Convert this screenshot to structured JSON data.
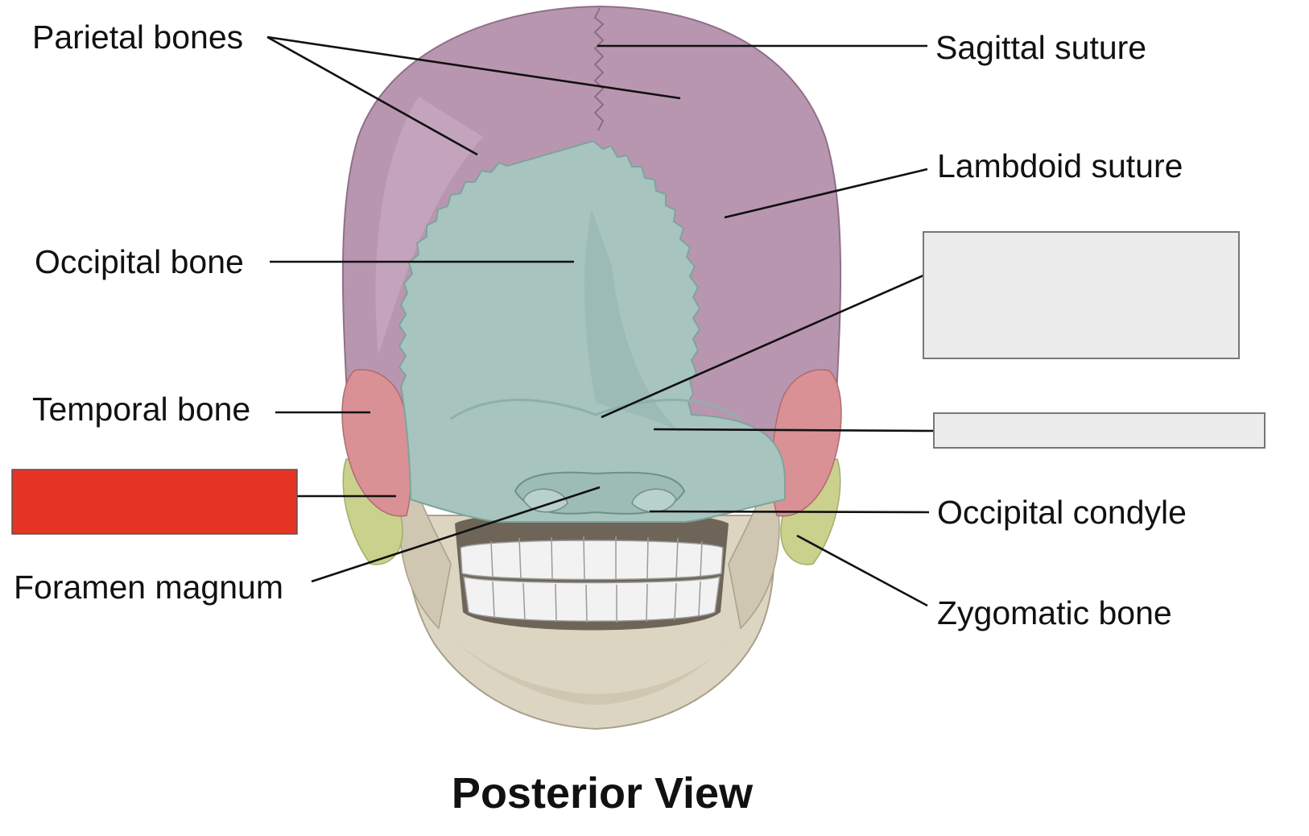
{
  "diagram": {
    "title": "Posterior View",
    "labels": {
      "parietal_bones": "Parietal bones",
      "sagittal_suture": "Sagittal suture",
      "lambdoid_suture": "Lambdoid suture",
      "occipital_bone": "Occipital bone",
      "temporal_bone": "Temporal bone",
      "occipital_condyle": "Occipital condyle",
      "foramen_magnum": "Foramen magnum",
      "zygomatic_bone": "Zygomatic bone"
    },
    "hidden_labels": [
      "",
      "",
      ""
    ],
    "colors": {
      "parietal": "#b996b0",
      "occipital": "#a7c4bf",
      "temporal": "#d99196",
      "zygomatic": "#c9d18c",
      "jaw": "#dcd5c2",
      "teeth": "#f2f2f2",
      "blank_box": "#ececec",
      "highlight_box": "#e53424"
    }
  }
}
